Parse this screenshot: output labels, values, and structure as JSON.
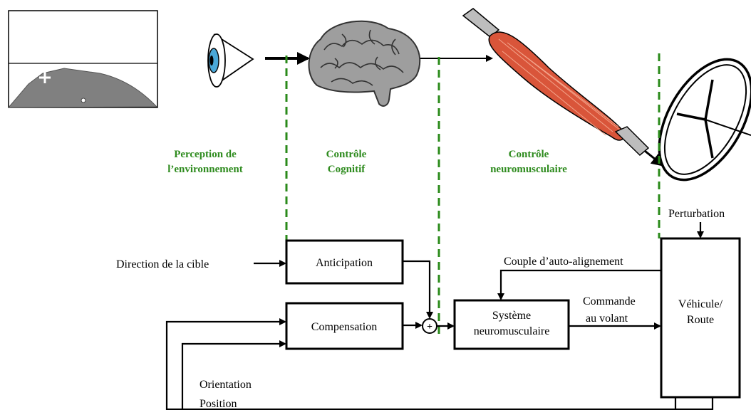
{
  "colors": {
    "stage_label": "#2e8b1e",
    "dashed_line": "#2a8a1a",
    "muscle": "#d9553a",
    "brain": "#9e9e9e",
    "eye_iris": "#4aa8d8",
    "road": "#808080"
  },
  "icons": [
    "road-view-icon",
    "eye-icon",
    "brain-icon",
    "muscle-icon",
    "steering-wheel-icon"
  ],
  "stages": {
    "perception_1": "Perception de",
    "perception_2": "l’environnement",
    "cognitive_1": "Contrôle",
    "cognitive_2": "Cognitif",
    "neuro_1": "Contrôle",
    "neuro_2": "neuromusculaire"
  },
  "blocks": {
    "anticipation": "Anticipation",
    "compensation": "Compensation",
    "systeme_1": "Système",
    "systeme_2": "neuromusculaire",
    "vehicule_1": "Véhicule/",
    "vehicule_2": "Route"
  },
  "signals": {
    "direction": "Direction de la cible",
    "perturbation": "Perturbation",
    "couple": "Couple d’auto-alignement",
    "commande_1": "Commande",
    "commande_2": "au volant",
    "orientation": "Orientation",
    "position": "Position"
  },
  "sum_symbol": "+"
}
